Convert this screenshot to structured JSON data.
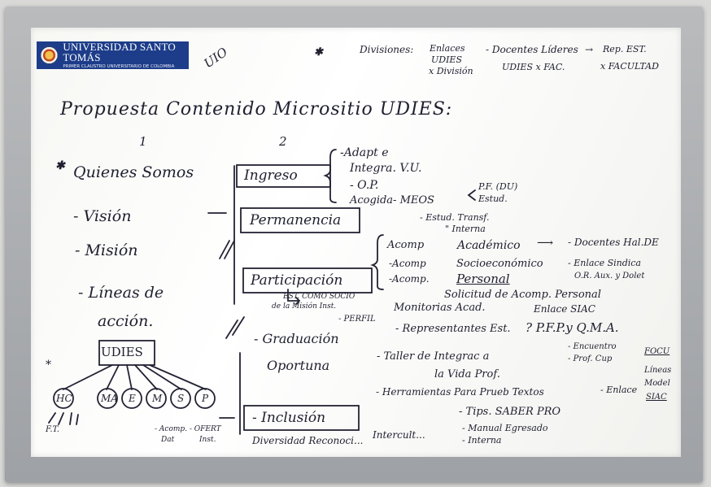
{
  "logo": {
    "main": "UNIVERSIDAD SANTO TOMÁS",
    "sub": "PRIMER CLAUSTRO UNIVERSITARIO DE COLOMBIA"
  },
  "notes": {
    "uio": "UIO",
    "divisiones": "Divisiones:",
    "enlaces": "Enlaces",
    "udies": "UDIES",
    "x_division": "x División",
    "docentes_lideres": "- Docentes Líderes",
    "udies_fac": "UDIES x FAC.",
    "rep_est": "Rep. EST.",
    "x_facultad": "x FACULTAD",
    "title": "Propuesta Contenido Micrositio UDIES:",
    "col1": "1",
    "col2": "2",
    "quienes": "Quienes Somos",
    "vision": "- Visión",
    "mision": "- Misión",
    "lineas": "- Líneas de",
    "accion": "acción.",
    "ingreso": "Ingreso",
    "adapt": "-Adapt e",
    "integra": "Integra. V.U.",
    "op": "- O.P.",
    "acogida": "Acogida- MEOS",
    "pf_du": "P.F. (DU)",
    "estud": "Estud.",
    "permanencia": "Permanencia",
    "estud_transf": "- Estud. Transf.",
    "interna": "\" Interna",
    "acomp1": "Acomp",
    "academico": "Académico",
    "docentes_hal": "- Docentes Hal.DE",
    "acomp2": "-Acomp",
    "socioeconomico": "Socioeconómico",
    "enlace_sindica": "- Enlace Sindica",
    "acomp3": "-Acomp.",
    "personal": "Personal",
    "or_aux": "O.R. Aux. y Dolet",
    "participacion": "Participación",
    "est_comosoc": "EST. COMO SOCIO",
    "mision_inst": "de la Misión Inst.",
    "perfil": "- PERFIL",
    "solicitud": "Solicitud de Acomp. Personal",
    "monitorias": "Monitorias Acad.",
    "enlace_siac": "Enlace SIAC",
    "representantes": "- Representantes Est.",
    "pfpyqma": "? P.F.P.y Q.M.A.",
    "graduacion": "- Graduación",
    "oportuna": "Oportuna",
    "taller": "- Taller de Integrac a",
    "vida_prof": "la Vida Prof.",
    "encuentro": "- Encuentro",
    "prof_cup": "- Prof. Cup",
    "focus": "FOCU",
    "lineas_r": "Líneas",
    "herramientas": "- Herramientas Para Prueb Textos",
    "enlace_r": "- Enlace",
    "model": "Model",
    "siac_r": "SIAC",
    "tips": "- Tips. SABER PRO",
    "manual": "- Manual Egresado",
    "interna2": "- Interna",
    "inclusion": "- Inclusión",
    "diversidad": "Diversidad Reconoci...",
    "intercult": "Intercult...",
    "acomp_ofert": "- Acomp. - OFERT",
    "dat": "Dat",
    "inst": "Inst.",
    "udies_box": "UDIES",
    "ft": "F.T.",
    "nodes": [
      "HC",
      "MA",
      "E",
      "M",
      "S",
      "P"
    ]
  }
}
